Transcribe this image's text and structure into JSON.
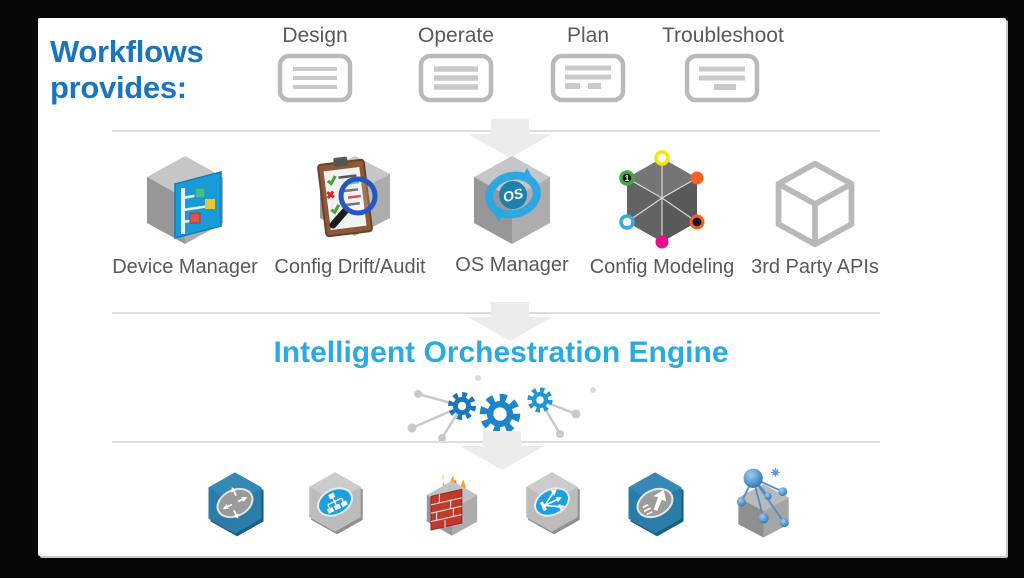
{
  "header": {
    "title_line1": "Workflows",
    "title_line2": "provides:"
  },
  "workflows": {
    "items": [
      {
        "label": "Design",
        "icon": "design-document-icon"
      },
      {
        "label": "Operate",
        "icon": "operate-document-icon"
      },
      {
        "label": "Plan",
        "icon": "plan-document-icon"
      },
      {
        "label": "Troubleshoot",
        "icon": "troubleshoot-document-icon"
      }
    ]
  },
  "features": {
    "items": [
      {
        "label": "Device Manager",
        "icon": "device-manager-cube-icon"
      },
      {
        "label": "Config Drift/Audit",
        "icon": "config-audit-clipboard-icon"
      },
      {
        "label": "OS Manager",
        "icon": "os-refresh-cube-icon"
      },
      {
        "label": "Config Modeling",
        "icon": "config-modeling-cube-icon"
      },
      {
        "label": "3rd Party APIs",
        "icon": "wireframe-cube-icon"
      }
    ],
    "os_badge": "OS",
    "modeling_badge": "1"
  },
  "engine": {
    "title": "Intelligent Orchestration Engine",
    "icon": "gears-network-icon"
  },
  "devices": {
    "items": [
      {
        "icon": "router-icon"
      },
      {
        "icon": "switch-icon"
      },
      {
        "icon": "firewall-icon"
      },
      {
        "icon": "load-balancer-icon"
      },
      {
        "icon": "wan-accelerator-icon"
      },
      {
        "icon": "device-cluster-icon"
      }
    ]
  },
  "colors": {
    "title_blue": "#1b75bc",
    "engine_blue": "#29abe2",
    "label_gray": "#58595b",
    "outline_gray": "#b9b9b9",
    "divider_gray": "#dedede",
    "hex_blue": "#2b7da9",
    "badge_blue": "#1ba0e1",
    "background": "#07070a",
    "panel": "#ffffff"
  }
}
